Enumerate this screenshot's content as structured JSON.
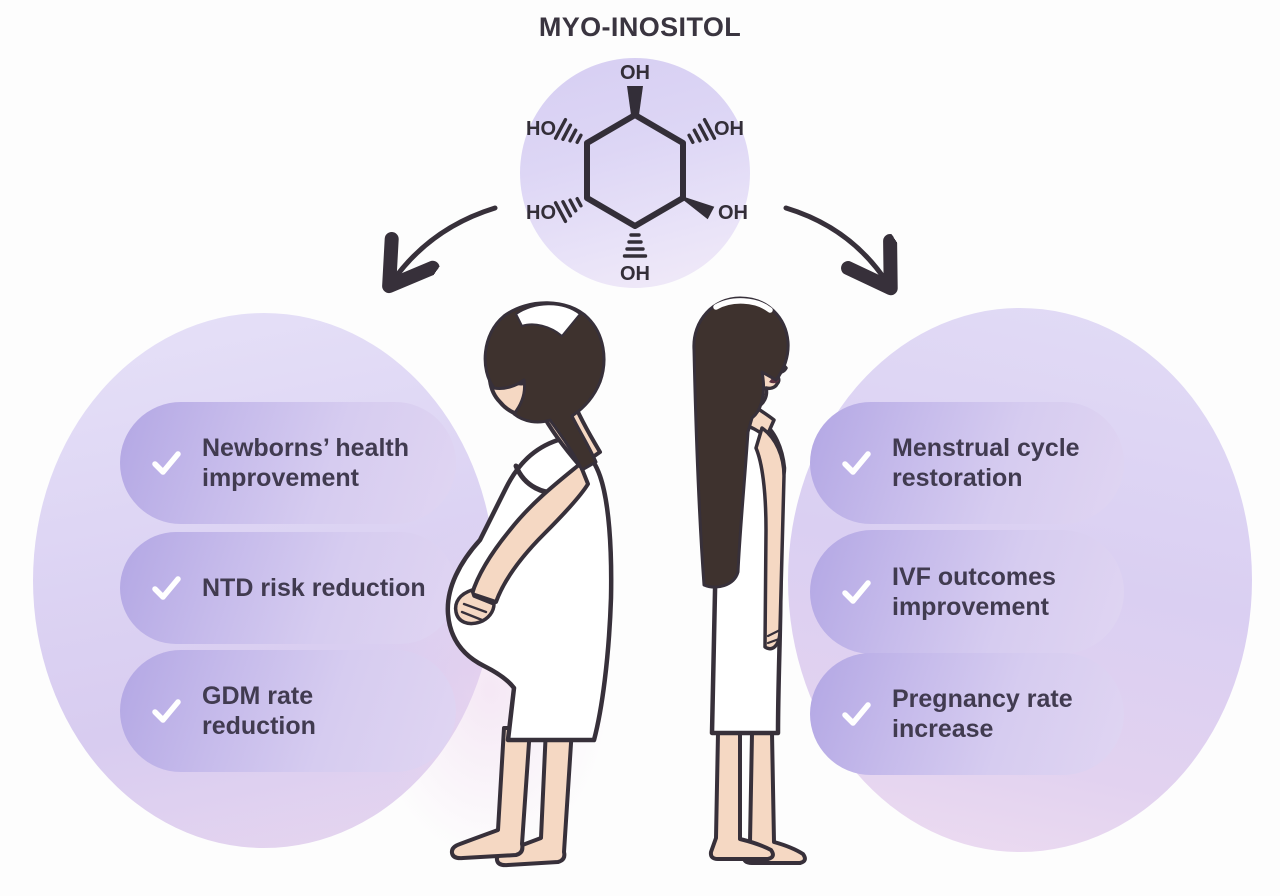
{
  "title": "MYO-INOSITOL",
  "molecule": {
    "name": "myo-inositol chemical structure",
    "labels": {
      "top": "OH",
      "upper_left": "HO",
      "upper_right": "OH",
      "lower_left": "HO",
      "lower_right": "OH",
      "bottom": "OH"
    }
  },
  "left_group": {
    "theme": "pregnancy benefits",
    "items": [
      {
        "icon": "check-icon",
        "label": "Newborns’ health\nimprovement"
      },
      {
        "icon": "check-icon",
        "label": "NTD risk reduction"
      },
      {
        "icon": "check-icon",
        "label": "GDM rate\nreduction"
      }
    ]
  },
  "right_group": {
    "theme": "fertility benefits",
    "items": [
      {
        "icon": "check-icon",
        "label": "Menstrual cycle\nrestoration"
      },
      {
        "icon": "check-icon",
        "label": "IVF outcomes\nimprovement"
      },
      {
        "icon": "check-icon",
        "label": "Pregnancy rate\nincrease"
      }
    ]
  },
  "illustrations": {
    "left_figure": "pregnant woman in white dress, side profile facing left",
    "right_figure": "woman with long dark hair in white dress, side profile facing right"
  },
  "colors": {
    "background": "#fdfdfd",
    "title_text": "#3a3540",
    "pill_text": "#413b50",
    "line_art": "#37303a",
    "pill_gradient_start": "#b3a7e4",
    "pill_gradient_end": "#e0d5f2",
    "circle_gradient_start": "#e6e1f8",
    "circle_gradient_end": "#e7d6ef",
    "check": "#ffffff",
    "skin": "#f5d8c3",
    "hair": "#3e322e"
  }
}
